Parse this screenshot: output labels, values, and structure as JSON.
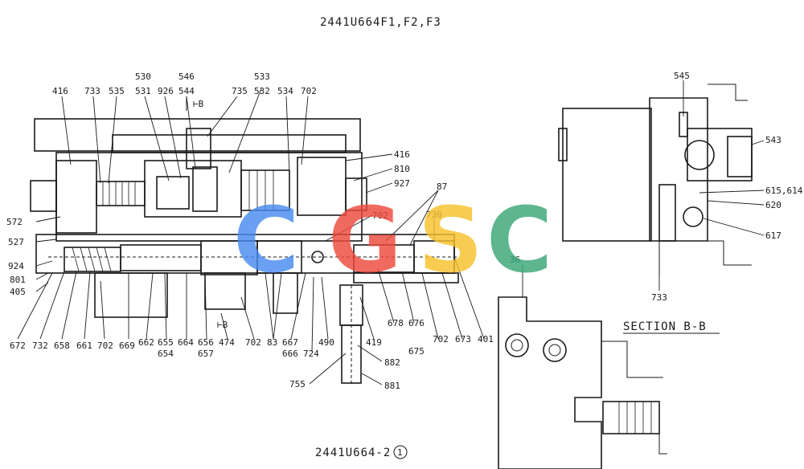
{
  "title": "2441U664F1,F2,F3",
  "drawing_number": "2441U664-2",
  "revision": "1",
  "section_label": "SECTION B-B",
  "section_marks": {
    "top": "B",
    "bottom": "B"
  },
  "watermark": {
    "letters": [
      {
        "char": "C",
        "color": "#4a8cf0"
      },
      {
        "char": "G",
        "color": "#ee4a3c"
      },
      {
        "char": "S",
        "color": "#f6c12c"
      },
      {
        "char": "C",
        "color": "#3aa776"
      }
    ]
  },
  "main_view_labels": {
    "p416a": "416",
    "p733a": "733",
    "p535": "535",
    "p530": "530",
    "p531": "531",
    "p926a": "926",
    "p546": "546",
    "p544": "544",
    "p533": "533",
    "p735": "735",
    "p532": "532",
    "p534": "534",
    "p702a": "702",
    "p416b": "416",
    "p810": "810",
    "p927": "927",
    "p87": "87",
    "p702b": "702",
    "p730": "730",
    "p572": "572",
    "p527": "527",
    "p924": "924",
    "p801": "801",
    "p405": "405",
    "p672": "672",
    "p732": "732",
    "p658": "658",
    "p661": "661",
    "p702c": "702",
    "p669": "669",
    "p662": "662",
    "p655": "655",
    "p654": "654",
    "p664": "664",
    "p656": "656",
    "p657": "657",
    "p474": "474",
    "p702d": "702",
    "p83": "83",
    "p667": "667",
    "p666": "666",
    "p724": "724",
    "p490": "490",
    "p419": "419",
    "p882": "882",
    "p881": "881",
    "p755": "755",
    "p678": "678",
    "p676": "676",
    "p675": "675",
    "p702e": "702",
    "p673": "673",
    "p401": "401"
  },
  "section_view_labels": {
    "p545": "545",
    "p543": "543",
    "p615": "615,614",
    "p620": "620",
    "p617": "617",
    "p733b": "733",
    "p36": "36"
  }
}
